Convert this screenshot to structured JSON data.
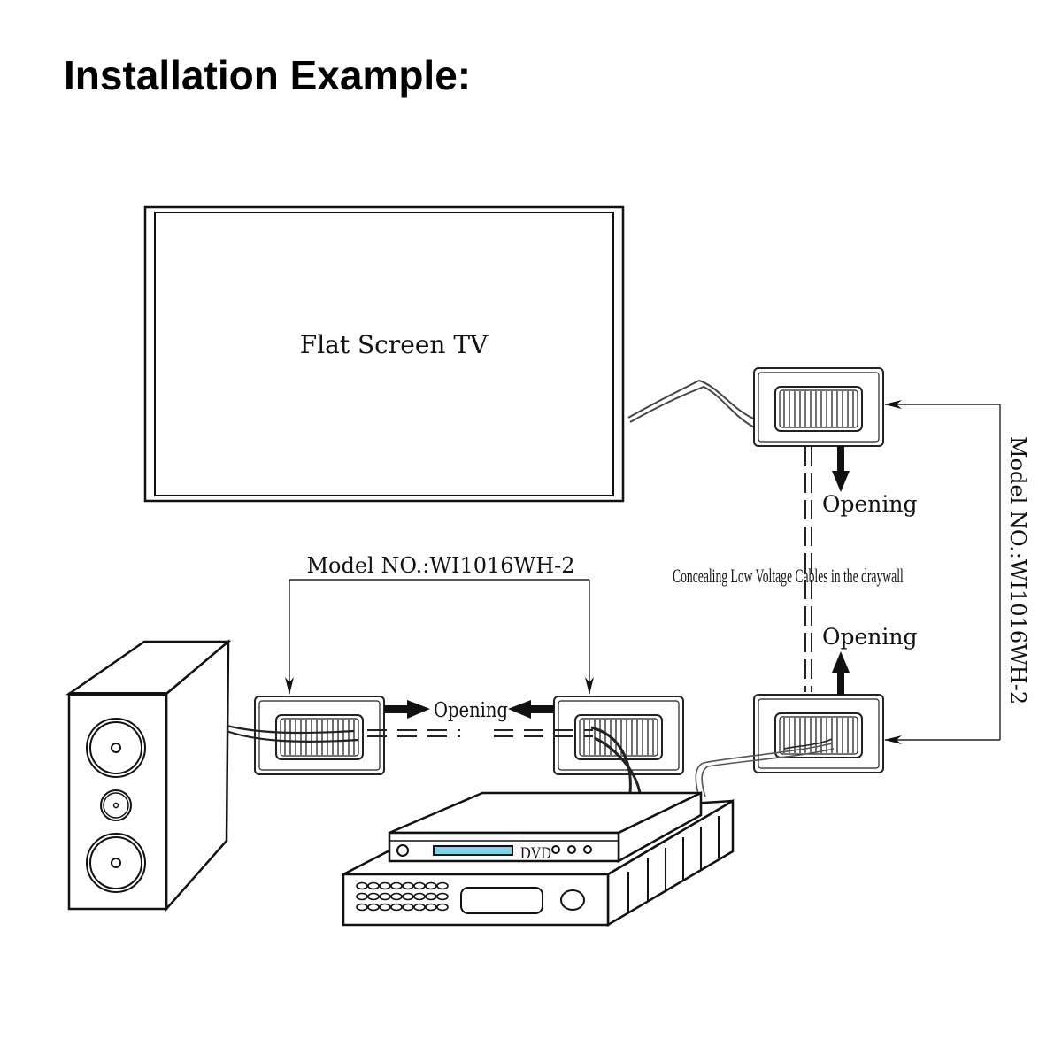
{
  "title": "Installation Example:",
  "tv": {
    "label": "Flat Screen TV"
  },
  "labels": {
    "model_horizontal": "Model NO.:WI1016WH-2",
    "model_vertical": "Model NO.:WI1016WH-2",
    "concealing": "Concealing Low Voltage Cables in the draywall",
    "opening_top": "Opening",
    "opening_bottom": "Opening",
    "opening_middle": "Opening"
  },
  "dvd": {
    "brand_label": "DVD",
    "display_color": "#7fd3ea"
  },
  "components": [
    {
      "name": "Flat Screen TV"
    },
    {
      "name": "Speaker"
    },
    {
      "name": "DVD Player"
    },
    {
      "name": "Receiver"
    },
    {
      "name": "Wall Plate (TV top)"
    },
    {
      "name": "Wall Plate (TV bottom)"
    },
    {
      "name": "Wall Plate (Speaker)"
    },
    {
      "name": "Wall Plate (DVD)"
    }
  ]
}
